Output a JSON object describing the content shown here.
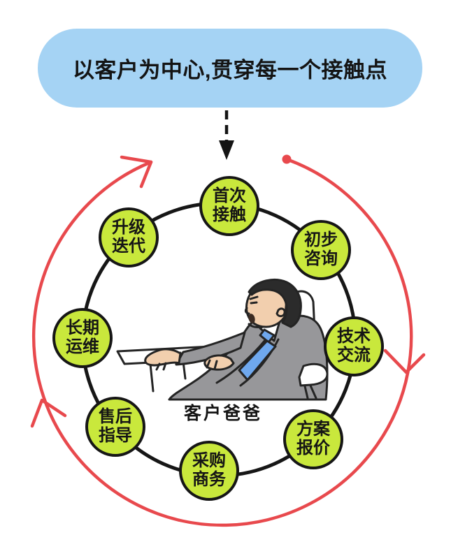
{
  "banner": {
    "text": "以客户为中心,贯穿每一个接触点"
  },
  "cycle": {
    "center_caption": "客户爸爸",
    "nodes": [
      {
        "id": "first-contact",
        "line1": "首次",
        "line2": "接触"
      },
      {
        "id": "initial-consult",
        "line1": "初步",
        "line2": "咨询"
      },
      {
        "id": "technical-exchange",
        "line1": "技术",
        "line2": "交流"
      },
      {
        "id": "proposal-quotation",
        "line1": "方案",
        "line2": "报价"
      },
      {
        "id": "procurement-business",
        "line1": "采购",
        "line2": "商务"
      },
      {
        "id": "aftersales-guidance",
        "line1": "售后",
        "line2": "指导"
      },
      {
        "id": "longterm-operations",
        "line1": "长期",
        "line2": "运维"
      },
      {
        "id": "upgrade-iteration",
        "line1": "升级",
        "line2": "迭代"
      }
    ]
  },
  "colors": {
    "banner_blue": "#a5d3f4",
    "node_green": "#c9e83c",
    "outline_black": "#161616",
    "arrow_red": "#e8494d",
    "suit_gray": "#97979a",
    "tie_blue": "#6fa8ee",
    "skin": "#f2cfae",
    "hair": "#2b2b2b"
  }
}
